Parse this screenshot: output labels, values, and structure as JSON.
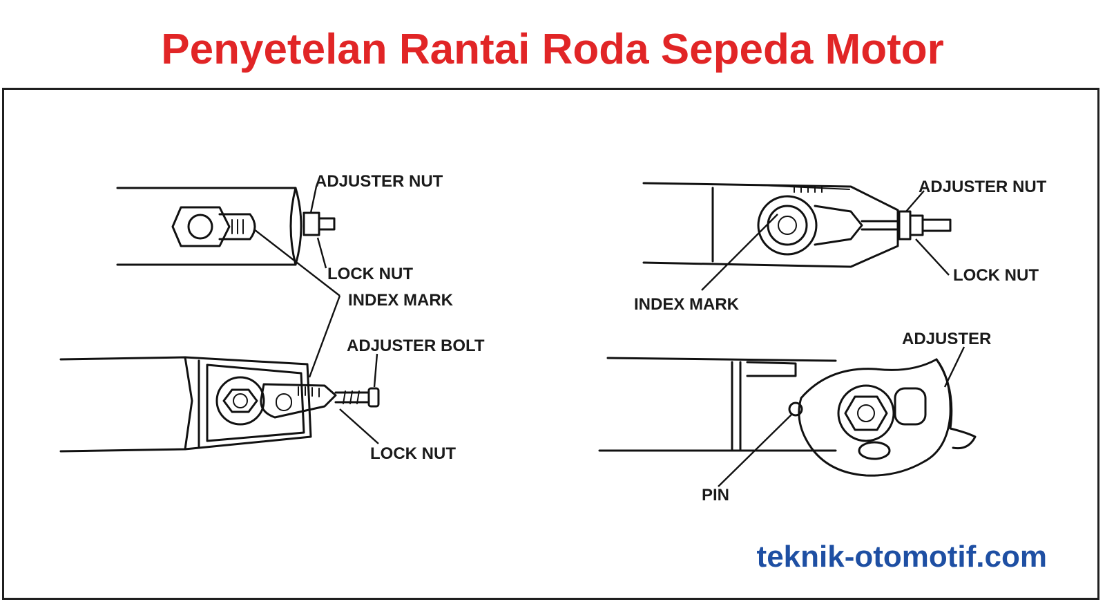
{
  "title": "Penyetelan Rantai Roda Sepeda Motor",
  "footer": "teknik-otomotif.com",
  "colors": {
    "title": "#e12526",
    "footer": "#1e4fa3",
    "ink": "#1a1a1a",
    "frame": "#1f1f1f"
  },
  "left_diagram": {
    "labels": {
      "adjuster_nut": "ADJUSTER NUT",
      "lock_nut_top": "LOCK NUT",
      "index_mark": "INDEX MARK",
      "adjuster_bolt": "ADJUSTER BOLT",
      "lock_nut_bottom": "LOCK NUT"
    }
  },
  "right_diagram": {
    "labels": {
      "adjuster_nut": "ADJUSTER NUT",
      "lock_nut": "LOCK NUT",
      "index_mark": "INDEX MARK",
      "adjuster": "ADJUSTER",
      "pin": "PIN"
    }
  }
}
